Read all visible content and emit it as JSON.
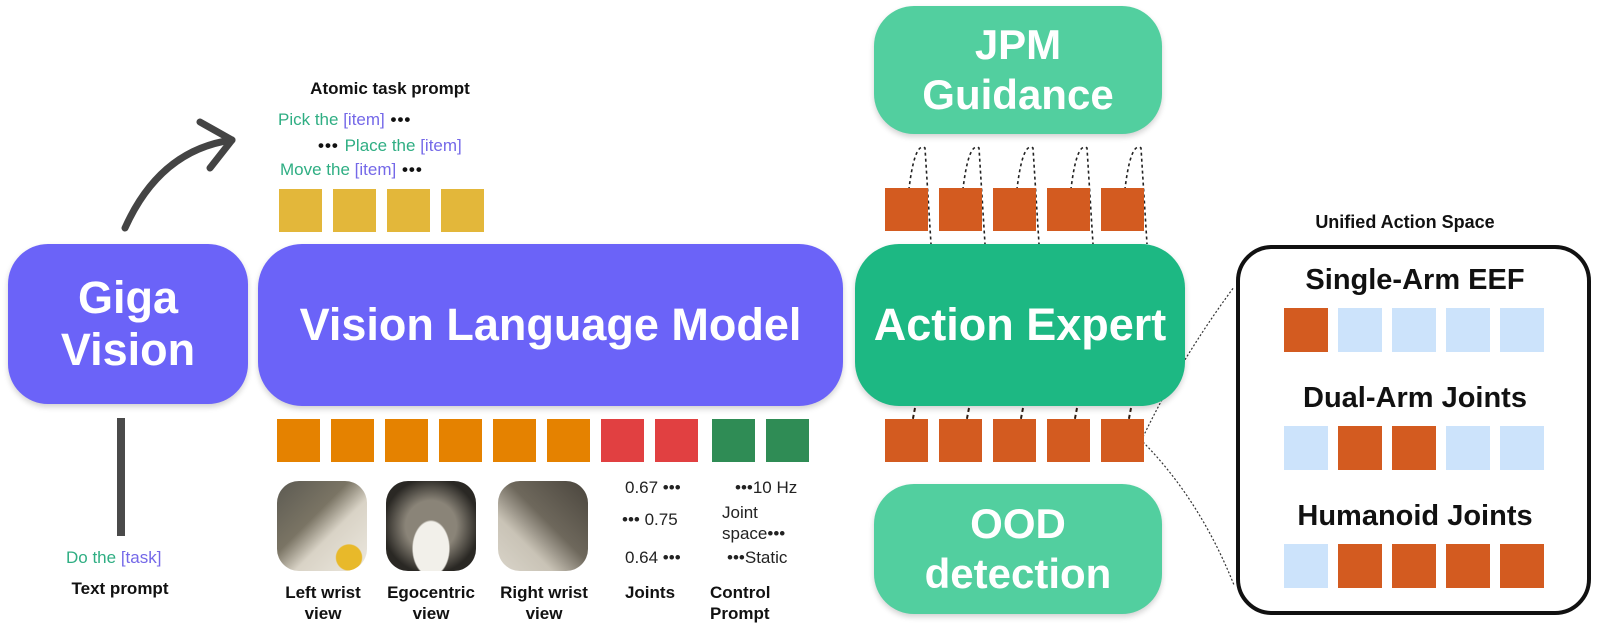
{
  "colors": {
    "purple": "#6b63f8",
    "action_expert": "#1db883",
    "guidance_green": "#52cf9f",
    "token_yellow": "#e3b73a",
    "token_orange": "#e58200",
    "token_red": "#e14041",
    "token_green": "#2f8c55",
    "action_token": "#d35b20",
    "inactive_token": "#cce3fb"
  },
  "blocks": {
    "giga_vision": [
      "Giga",
      "Vision"
    ],
    "vlm": "Vision Language Model",
    "action_expert": "Action Expert",
    "jpm_guidance": [
      "JPM",
      "Guidance"
    ],
    "ood_detection": [
      "OOD",
      "detection"
    ]
  },
  "atomic_prompt": {
    "title": "Atomic task prompt",
    "lines": [
      {
        "lead": "",
        "verb": "Pick the ",
        "item": "[item]",
        "trail": " •••"
      },
      {
        "lead": "••• ",
        "verb": "Place the ",
        "item": "[item]",
        "trail": ""
      },
      {
        "lead": "",
        "verb": "Move the ",
        "item": "[item]",
        "trail": " •••"
      }
    ],
    "token_count": 4
  },
  "text_prompt": {
    "title": "Text prompt",
    "verb": "Do the ",
    "task": "[task]"
  },
  "inputs": {
    "token_groups": [
      {
        "name": "image",
        "count": 6
      },
      {
        "name": "joints",
        "count": 2
      },
      {
        "name": "control",
        "count": 2
      }
    ],
    "views": [
      {
        "label": [
          "Left wrist",
          "view"
        ]
      },
      {
        "label": [
          "Egocentric",
          "view"
        ]
      },
      {
        "label": [
          "Right wrist",
          "view"
        ]
      }
    ],
    "joints": {
      "label": "Joints",
      "values": [
        "0.67 •••",
        "••• 0.75",
        "0.64 •••"
      ]
    },
    "control_prompt": {
      "label": [
        "Control",
        "Prompt"
      ],
      "values": [
        "•••10 Hz",
        "Joint",
        "space•••",
        "•••Static"
      ]
    }
  },
  "action_tokens": {
    "count": 5
  },
  "unified_action_space": {
    "title": "Unified Action Space",
    "rows": [
      {
        "label": "Single-Arm EEF",
        "active": [
          1,
          0,
          0,
          0,
          0
        ]
      },
      {
        "label": "Dual-Arm Joints",
        "active": [
          0,
          1,
          1,
          0,
          0
        ]
      },
      {
        "label": "Humanoid Joints",
        "active": [
          0,
          1,
          1,
          1,
          1
        ]
      }
    ]
  }
}
